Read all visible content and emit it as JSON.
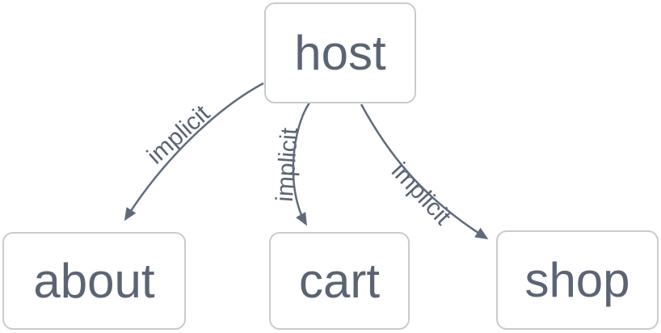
{
  "diagram": {
    "type": "flowchart",
    "direction": "top-down",
    "nodes": [
      {
        "id": "host",
        "label": "host"
      },
      {
        "id": "about",
        "label": "about"
      },
      {
        "id": "cart",
        "label": "cart"
      },
      {
        "id": "shop",
        "label": "shop"
      }
    ],
    "edges": [
      {
        "from": "host",
        "to": "about",
        "label": "implicit"
      },
      {
        "from": "host",
        "to": "cart",
        "label": "implicit"
      },
      {
        "from": "host",
        "to": "shop",
        "label": "implicit"
      }
    ],
    "colors": {
      "background": "#ffffff",
      "node_fill": "#ffffff",
      "node_border": "#c9cbce",
      "text": "#5b6473",
      "edge": "#5f6b7d"
    }
  }
}
